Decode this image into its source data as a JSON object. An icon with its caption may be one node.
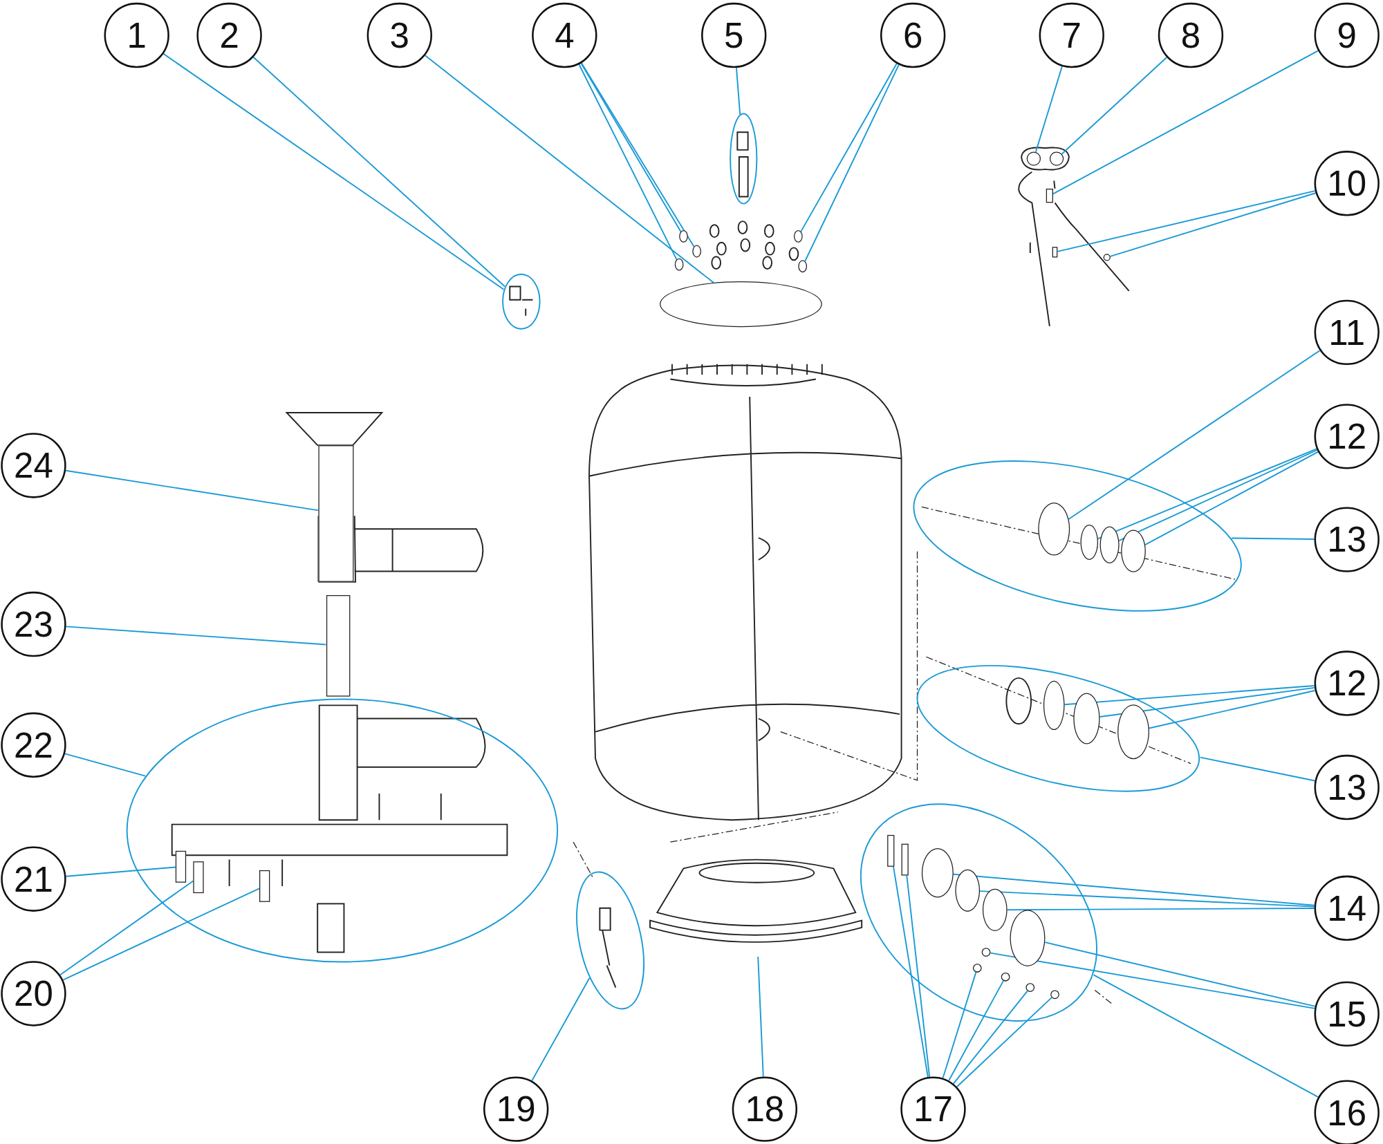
{
  "diagram": {
    "nodes": [
      {
        "text": [
          "1"
        ]
      },
      {
        "text": [
          "2"
        ]
      },
      {
        "text": [
          "3"
        ]
      },
      {
        "text": [
          "4"
        ]
      },
      {
        "text": [
          "5"
        ]
      },
      {
        "text": [
          "6"
        ]
      },
      {
        "text": [
          "7"
        ]
      },
      {
        "text": [
          "8"
        ]
      },
      {
        "text": [
          "9"
        ]
      },
      {
        "text": [
          "10"
        ]
      },
      {
        "text": [
          "11"
        ]
      },
      {
        "text": [
          "12"
        ]
      },
      {
        "text": [
          "13"
        ]
      },
      {
        "text": [
          "12"
        ]
      },
      {
        "text": [
          "13"
        ]
      },
      {
        "text": [
          "14"
        ]
      },
      {
        "text": [
          "15"
        ]
      },
      {
        "text": [
          "16"
        ]
      },
      {
        "text": [
          "17"
        ]
      },
      {
        "text": [
          "18"
        ]
      },
      {
        "text": [
          "19"
        ]
      },
      {
        "text": [
          "20"
        ]
      },
      {
        "text": [
          "21"
        ]
      },
      {
        "text": [
          "22"
        ]
      },
      {
        "text": [
          "23"
        ]
      },
      {
        "text": [
          "24"
        ]
      },
      {
        "text": [],
        "shape": "ellipse"
      },
      {
        "text": [],
        "shape": "ellipse"
      },
      {
        "text": [],
        "shape": "ellipse"
      },
      {
        "text": [],
        "shape": "ellipse"
      },
      {
        "text": [],
        "shape": "ellipse"
      },
      {
        "text": [],
        "shape": "ellipse"
      },
      {
        "text": [],
        "shape": "ellipse"
      },
      {
        "text": [],
        "shape": "ellipse"
      },
      {
        "text": [],
        "shape": "ellipse"
      },
      {
        "text": [],
        "shape": "ellipse"
      },
      {
        "text": [],
        "shape": "ellipse"
      },
      {
        "text": [],
        "shape": "ellipse"
      },
      {
        "text": [],
        "shape": "ellipse"
      },
      {
        "text": [],
        "shape": "circle"
      },
      {
        "text": [],
        "shape": "circle"
      },
      {
        "text": [],
        "shape": "box"
      },
      {
        "text": [],
        "shape": "box"
      },
      {
        "text": [],
        "shape": "circle"
      },
      {
        "text": [],
        "shape": "ellipse",
        "in": 28
      },
      {
        "text": [],
        "shape": "ellipse",
        "in": 28
      },
      {
        "text": [],
        "shape": "ellipse",
        "in": 28
      },
      {
        "text": [],
        "shape": "ellipse",
        "in": 28
      },
      {
        "text": [],
        "shape": "ellipse",
        "in": 29
      },
      {
        "text": [],
        "shape": "ellipse",
        "in": 29
      },
      {
        "text": [],
        "shape": "ellipse",
        "in": 29
      },
      {
        "text": [],
        "shape": "ellipse",
        "in": 31
      },
      {
        "text": [],
        "shape": "ellipse",
        "in": 31
      },
      {
        "text": [],
        "shape": "ellipse",
        "in": 31
      },
      {
        "text": [],
        "shape": "ellipse",
        "in": 31
      },
      {
        "text": [],
        "shape": "circle",
        "in": 31
      },
      {
        "text": [],
        "shape": "box",
        "in": 31
      },
      {
        "text": [],
        "shape": "box",
        "in": 31
      },
      {
        "text": [],
        "shape": "circle",
        "in": 31
      },
      {
        "text": [],
        "shape": "circle",
        "in": 31
      },
      {
        "text": [],
        "shape": "circle",
        "in": 31
      },
      {
        "text": [],
        "shape": "circle",
        "in": 31
      },
      {
        "text": [],
        "shape": "picture"
      },
      {
        "text": [],
        "shape": "box",
        "in": 30
      },
      {
        "text": [],
        "shape": "box",
        "in": 30
      },
      {
        "text": [],
        "shape": "box",
        "in": 30
      },
      {
        "text": [],
        "shape": "box"
      },
      {
        "text": [],
        "shape": "box"
      }
    ],
    "edges": [
      {
        "from": 0,
        "to": 27,
        "arrow": "none"
      },
      {
        "from": 1,
        "to": 27,
        "arrow": "none"
      },
      {
        "from": 2,
        "to": 33,
        "arrow": "none"
      },
      {
        "from": 3,
        "to": 34,
        "arrow": "none"
      },
      {
        "from": 3,
        "to": 35,
        "arrow": "none"
      },
      {
        "from": 3,
        "to": 36,
        "arrow": "none"
      },
      {
        "from": 4,
        "to": 26,
        "arrow": "none"
      },
      {
        "from": 5,
        "to": 37,
        "arrow": "none"
      },
      {
        "from": 5,
        "to": 38,
        "arrow": "none"
      },
      {
        "from": 6,
        "to": 39,
        "arrow": "none"
      },
      {
        "from": 7,
        "to": 40,
        "arrow": "none"
      },
      {
        "from": 8,
        "to": 41,
        "arrow": "none"
      },
      {
        "from": 9,
        "to": 42,
        "arrow": "none"
      },
      {
        "from": 9,
        "to": 43,
        "arrow": "none"
      },
      {
        "from": 10,
        "to": 44,
        "arrow": "none"
      },
      {
        "from": 11,
        "to": 45,
        "arrow": "none"
      },
      {
        "from": 11,
        "to": 46,
        "arrow": "none"
      },
      {
        "from": 11,
        "to": 47,
        "arrow": "none"
      },
      {
        "from": 12,
        "to": 28,
        "arrow": "none"
      },
      {
        "from": 13,
        "to": 48,
        "arrow": "none"
      },
      {
        "from": 13,
        "to": 49,
        "arrow": "none"
      },
      {
        "from": 13,
        "to": 50,
        "arrow": "none"
      },
      {
        "from": 14,
        "to": 29,
        "arrow": "none"
      },
      {
        "from": 15,
        "to": 51,
        "arrow": "none"
      },
      {
        "from": 15,
        "to": 52,
        "arrow": "none"
      },
      {
        "from": 15,
        "to": 53,
        "arrow": "none"
      },
      {
        "from": 16,
        "to": 54,
        "arrow": "none"
      },
      {
        "from": 16,
        "to": 55,
        "arrow": "none"
      },
      {
        "from": 17,
        "to": 31,
        "arrow": "none"
      },
      {
        "from": 18,
        "to": 56,
        "arrow": "none"
      },
      {
        "from": 18,
        "to": 57,
        "arrow": "none"
      },
      {
        "from": 18,
        "to": 58,
        "arrow": "none"
      },
      {
        "from": 18,
        "to": 59,
        "arrow": "none"
      },
      {
        "from": 18,
        "to": 60,
        "arrow": "none"
      },
      {
        "from": 18,
        "to": 61,
        "arrow": "none"
      },
      {
        "from": 19,
        "to": 62,
        "arrow": "none"
      },
      {
        "from": 20,
        "to": 32,
        "arrow": "none"
      },
      {
        "from": 21,
        "to": 63,
        "arrow": "none"
      },
      {
        "from": 21,
        "to": 64,
        "arrow": "none"
      },
      {
        "from": 22,
        "to": 65,
        "arrow": "none"
      },
      {
        "from": 23,
        "to": 30,
        "arrow": "none"
      },
      {
        "from": 24,
        "to": 66,
        "arrow": "none"
      },
      {
        "from": 25,
        "to": 67,
        "arrow": "none"
      }
    ]
  }
}
